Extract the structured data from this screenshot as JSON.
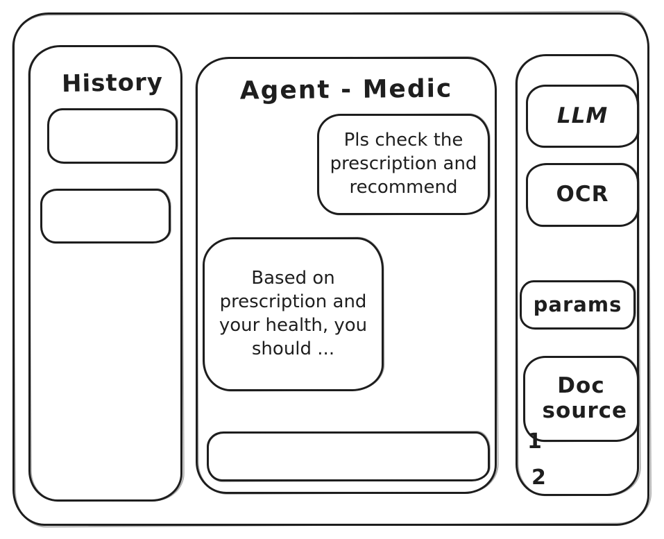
{
  "colors": {
    "ink": "#1e1e1e",
    "background": "#ffffff"
  },
  "history_panel": {
    "title": "History"
  },
  "chat_panel": {
    "title": "Agent - Medic",
    "messages": [
      {
        "role": "user",
        "text": "Pls check the prescription and recommend"
      },
      {
        "role": "agent",
        "text": "Based on prescription and your health, you should ..."
      }
    ],
    "input": {
      "value": ""
    }
  },
  "tools_panel": {
    "buttons": [
      {
        "label": "LLM"
      },
      {
        "label": "OCR"
      },
      {
        "label": "params"
      },
      {
        "label": "Doc source"
      }
    ],
    "doc_sources": [
      {
        "label": "1"
      },
      {
        "label": "2"
      }
    ]
  }
}
